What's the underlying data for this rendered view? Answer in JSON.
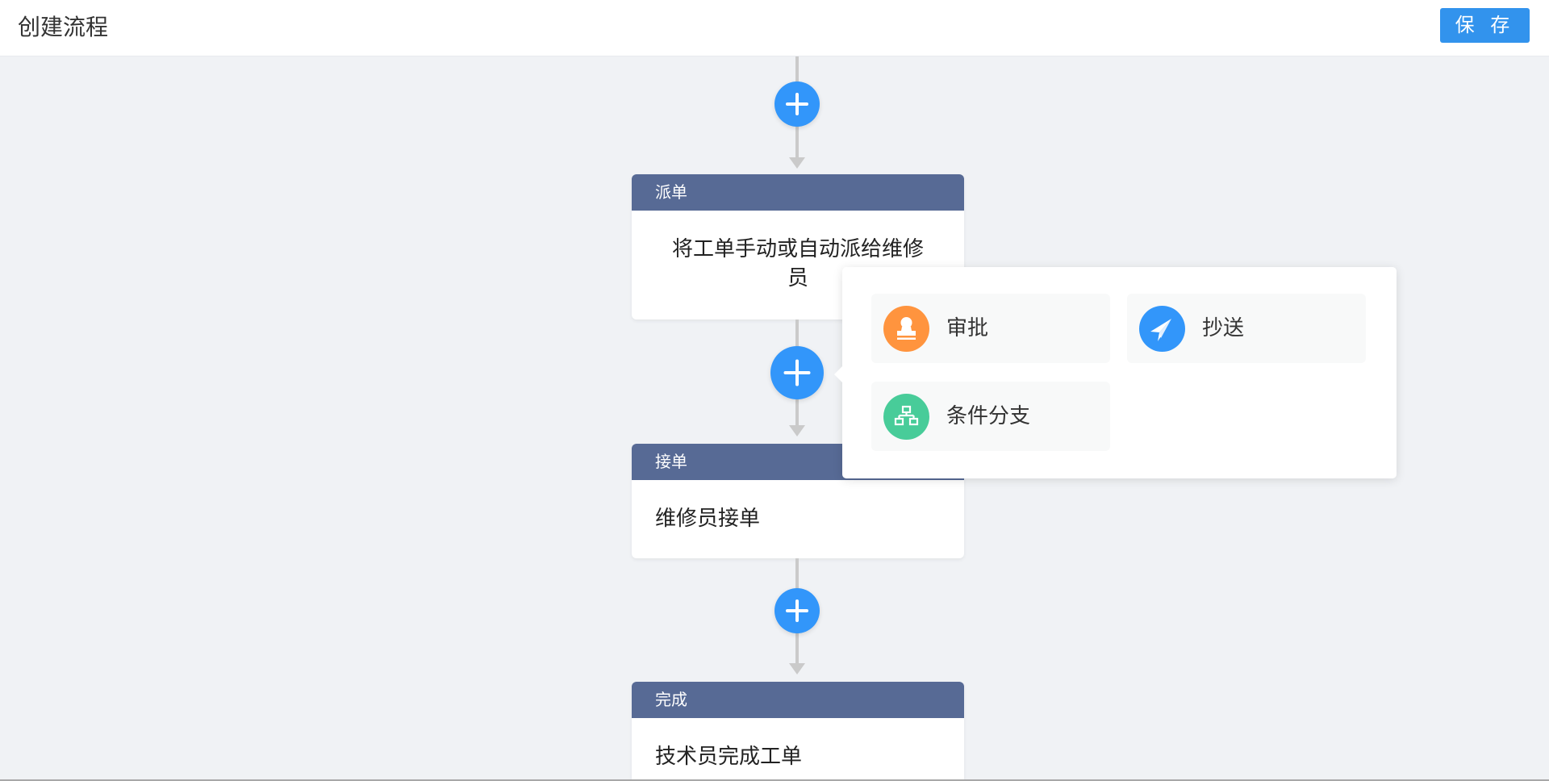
{
  "header": {
    "title": "创建流程",
    "save_label": "保 存"
  },
  "flow": {
    "nodes": [
      {
        "title": "派单",
        "description": "将工单手动或自动派给维修员"
      },
      {
        "title": "接单",
        "description": "维修员接单"
      },
      {
        "title": "完成",
        "description": "技术员完成工单"
      }
    ],
    "add_buttons": [
      "add-node",
      "add-node",
      "add-node"
    ]
  },
  "popup": {
    "items": [
      {
        "label": "审批",
        "icon": "approver-stamp-icon",
        "color": "#ff943e"
      },
      {
        "label": "抄送",
        "icon": "paper-plane-icon",
        "color": "#3296fa"
      },
      {
        "label": "条件分支",
        "icon": "branch-tree-icon",
        "color": "#48cc99"
      }
    ]
  },
  "colors": {
    "accent": "#3296fa",
    "node_header": "#576a95",
    "background": "#f0f2f5",
    "connector": "#cacaca"
  }
}
